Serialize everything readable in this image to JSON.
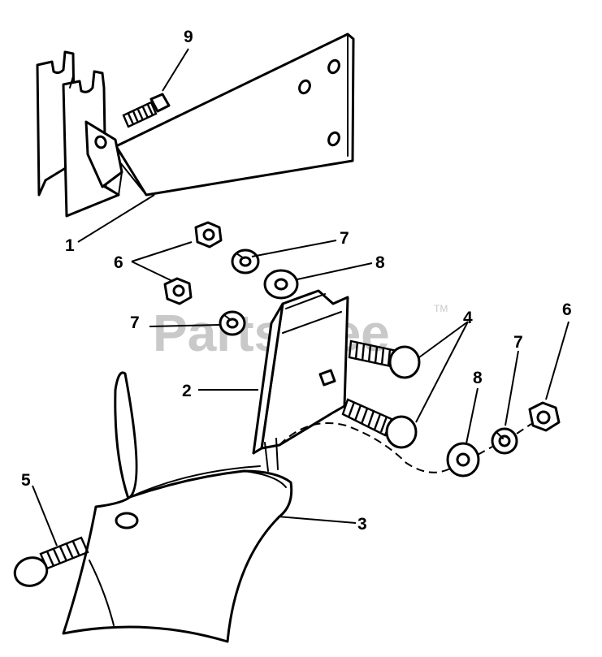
{
  "watermark": {
    "text": "PartsTree",
    "trademark": "TM"
  },
  "callouts": [
    {
      "id": "label-1",
      "text": "1"
    },
    {
      "id": "label-2",
      "text": "2"
    },
    {
      "id": "label-3",
      "text": "3"
    },
    {
      "id": "label-4",
      "text": "4"
    },
    {
      "id": "label-5",
      "text": "5"
    },
    {
      "id": "label-6a",
      "text": "6"
    },
    {
      "id": "label-6b",
      "text": "6"
    },
    {
      "id": "label-7a",
      "text": "7"
    },
    {
      "id": "label-7b",
      "text": "7"
    },
    {
      "id": "label-7c",
      "text": "7"
    },
    {
      "id": "label-8a",
      "text": "8"
    },
    {
      "id": "label-8b",
      "text": "8"
    },
    {
      "id": "label-9",
      "text": "9"
    }
  ]
}
